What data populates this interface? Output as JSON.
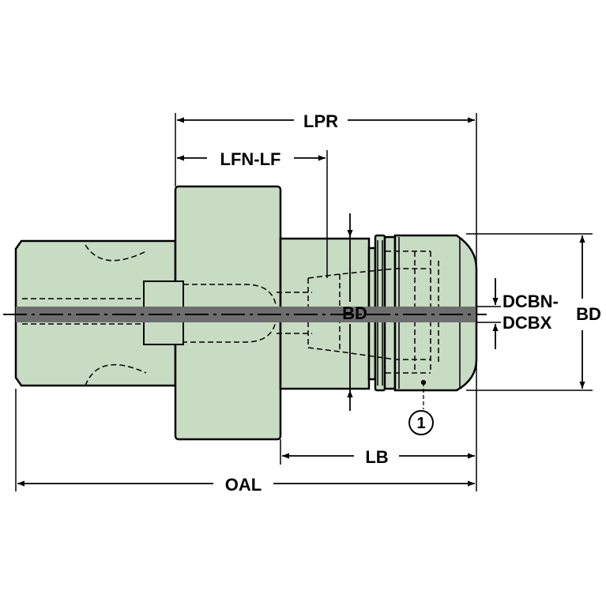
{
  "colors": {
    "body_fill": "#c8dbc3",
    "outline": "#000000",
    "centerline": "#6e6e6e",
    "background": "#ffffff"
  },
  "labels": {
    "lpr": "LPR",
    "lfn_lf": "LFN-LF",
    "bd_inner": "BD",
    "dcbn": "DCBN-",
    "dcbx": "DCBX",
    "bd_outer": "BD",
    "lb": "LB",
    "oal": "OAL",
    "callout": "1"
  }
}
